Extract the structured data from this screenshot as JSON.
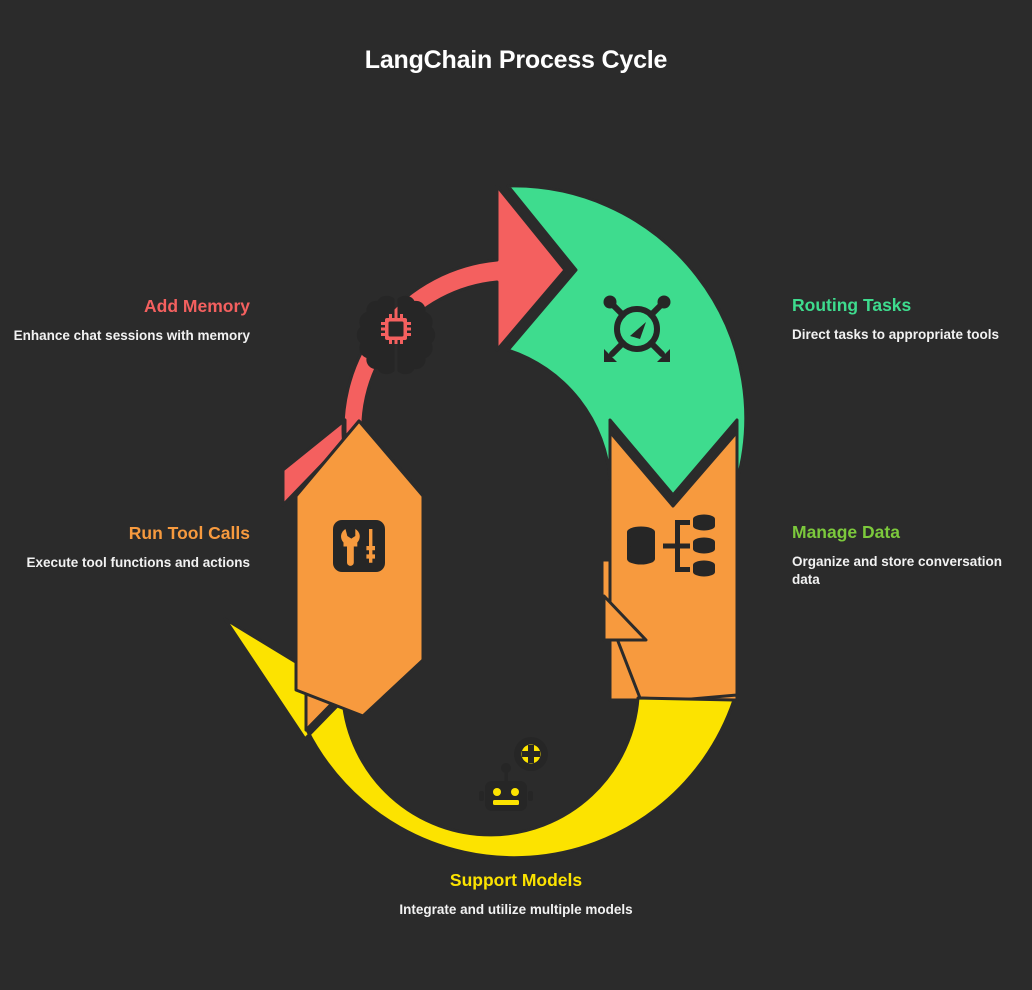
{
  "page": {
    "title": "LangChain Process Cycle",
    "background_color": "#2b2b2b"
  },
  "colors": {
    "red": "#f4605f",
    "green": "#3edc8e",
    "orange": "#f79a3e",
    "yellow": "#fce300",
    "green_label": "#7cc93c",
    "dark_icon": "#262626",
    "text": "#ffffff"
  },
  "steps": [
    {
      "id": "add-memory",
      "title": "Add Memory",
      "description": "Enhance chat sessions with memory",
      "color": "#f4605f",
      "icon": "brain-circuit-icon",
      "position": "upper-left",
      "align": "right"
    },
    {
      "id": "routing-tasks",
      "title": "Routing Tasks",
      "description": "Direct tasks to appropriate tools",
      "color": "#3edc8e",
      "icon": "routing-node-icon",
      "position": "upper-right",
      "align": "left"
    },
    {
      "id": "manage-data",
      "title": "Manage Data",
      "description": "Organize and store conversation data",
      "color": "#7cc93c",
      "arrow_color": "#f79a3e",
      "icon": "database-branch-icon",
      "position": "lower-right",
      "align": "left"
    },
    {
      "id": "support-models",
      "title": "Support Models",
      "description": "Integrate and utilize multiple models",
      "color": "#fce300",
      "icon": "robot-plus-icon",
      "position": "bottom",
      "align": "center"
    },
    {
      "id": "run-tool-calls",
      "title": "Run Tool Calls",
      "description": "Execute tool functions and actions",
      "color": "#f79a3e",
      "icon": "tools-wrench-screwdriver-icon",
      "position": "lower-left",
      "align": "right"
    }
  ],
  "chart_data": {
    "type": "diagram",
    "diagram_kind": "cyclic-arrow-process",
    "title": "LangChain Process Cycle",
    "direction": "clockwise",
    "segment_count": 5,
    "segments": [
      {
        "label": "Add Memory",
        "order": 1,
        "color": "#f4605f",
        "angle_start": 250,
        "angle_end": 340
      },
      {
        "label": "Routing Tasks",
        "order": 2,
        "color": "#3edc8e",
        "angle_start": 340,
        "angle_end": 60
      },
      {
        "label": "Manage Data",
        "order": 3,
        "color": "#f79a3e",
        "angle_start": 60,
        "angle_end": 120
      },
      {
        "label": "Support Models",
        "order": 4,
        "color": "#fce300",
        "angle_start": 120,
        "angle_end": 230
      },
      {
        "label": "Run Tool Calls",
        "order": 5,
        "color": "#f79a3e",
        "angle_start": 230,
        "angle_end": 250
      }
    ]
  }
}
